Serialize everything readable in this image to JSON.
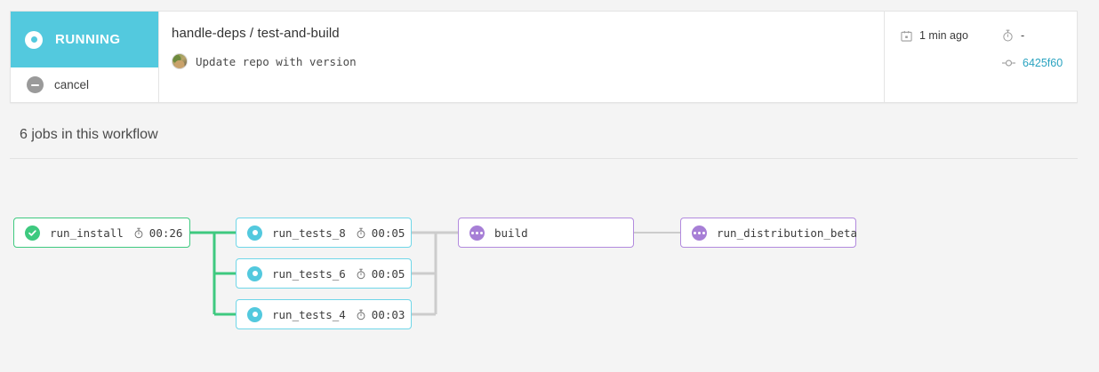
{
  "header": {
    "status": {
      "label": "RUNNING",
      "color": "#53c9de",
      "icon": "running-circle-icon"
    },
    "cancel": {
      "label": "cancel",
      "icon": "minus-circle-icon"
    },
    "workflow_title": "handle-deps / test-and-build",
    "commit_message": "Update repo with version",
    "avatar": "user-avatar",
    "meta": {
      "time_icon": "calendar-icon",
      "time_ago": "1 min ago",
      "duration_icon": "stopwatch-icon",
      "duration": "-",
      "commit_icon": "commit-node-icon",
      "commit_hash": "6425f60",
      "commit_hash_color": "#2aa3c0"
    }
  },
  "section": {
    "jobs_heading": "6 jobs in this workflow"
  },
  "graph": {
    "nodes": [
      {
        "id": "run_install",
        "label": "run_install",
        "status": "success",
        "status_color": "#3ec97f",
        "duration": "00:26",
        "duration_icon": "stopwatch-icon",
        "status_icon": "check-circle-icon"
      },
      {
        "id": "run_tests_8",
        "label": "run_tests_8",
        "status": "running",
        "status_color": "#6fd6e8",
        "duration": "00:05",
        "duration_icon": "stopwatch-icon",
        "status_icon": "running-circle-icon"
      },
      {
        "id": "run_tests_6",
        "label": "run_tests_6",
        "status": "running",
        "status_color": "#6fd6e8",
        "duration": "00:05",
        "duration_icon": "stopwatch-icon",
        "status_icon": "running-circle-icon"
      },
      {
        "id": "run_tests_4",
        "label": "run_tests_4",
        "status": "running",
        "status_color": "#6fd6e8",
        "duration": "00:03",
        "duration_icon": "stopwatch-icon",
        "status_icon": "running-circle-icon"
      },
      {
        "id": "build",
        "label": "build",
        "status": "blocked",
        "status_color": "#b28ade",
        "duration": "",
        "duration_icon": "",
        "status_icon": "pending-dots-icon"
      },
      {
        "id": "run_distribution_beta",
        "label": "run_distribution_beta",
        "status": "blocked",
        "status_color": "#b28ade",
        "duration": "",
        "duration_icon": "",
        "status_icon": "pending-dots-icon"
      }
    ],
    "edge_colors": {
      "from_install": "#3ec97f",
      "to_build": "#cccccc"
    }
  }
}
